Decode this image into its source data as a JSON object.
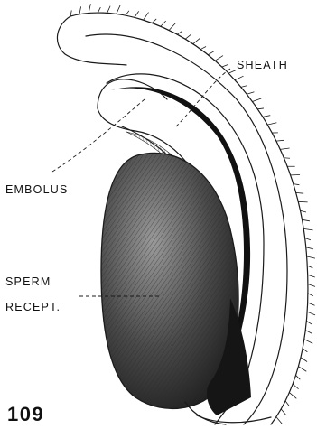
{
  "figure": {
    "number": "109",
    "labels": {
      "sheath": "SHEATH",
      "embolus": "EMBOLUS",
      "sperm_line1": "SPERM",
      "sperm_line2": "RECEPT."
    }
  },
  "colors": {
    "ink": "#1a1a1a",
    "paper": "#ffffff",
    "shading": "#3a3a3a"
  }
}
